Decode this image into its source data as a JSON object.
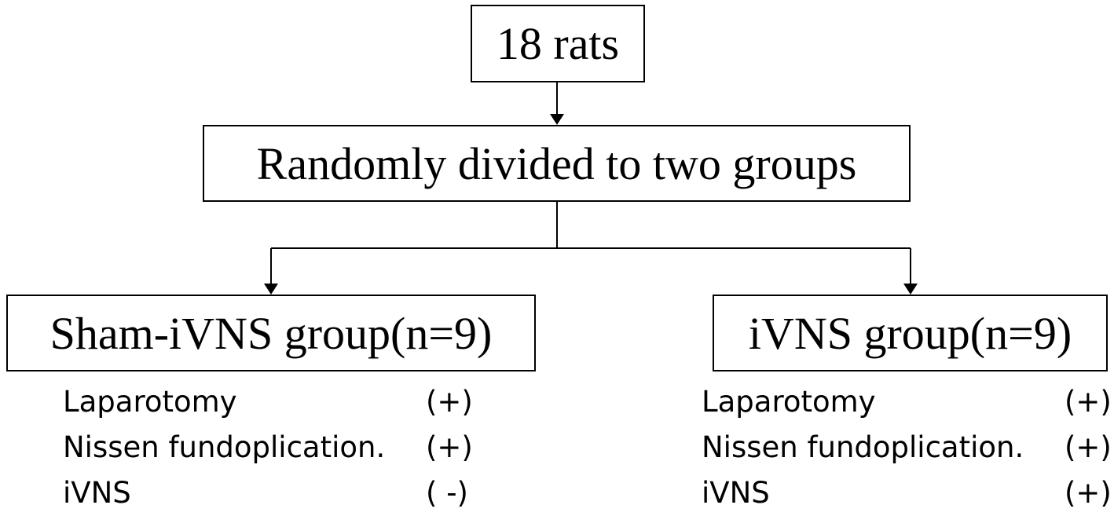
{
  "root": {
    "label": "18 rats"
  },
  "split": {
    "label": "Randomly divided to two groups"
  },
  "groups": [
    {
      "label": "Sham-iVNS group(n=9)",
      "procedures": [
        {
          "name": "Laparotomy",
          "status": "(+)"
        },
        {
          "name": "Nissen fundoplication.",
          "status": "(+)"
        },
        {
          "name": "iVNS",
          "status": "( -)"
        }
      ]
    },
    {
      "label": "iVNS group(n=9)",
      "procedures": [
        {
          "name": "Laparotomy",
          "status": "(+)"
        },
        {
          "name": "Nissen fundoplication.",
          "status": "(+)"
        },
        {
          "name": "iVNS",
          "status": "(+)"
        }
      ]
    }
  ]
}
